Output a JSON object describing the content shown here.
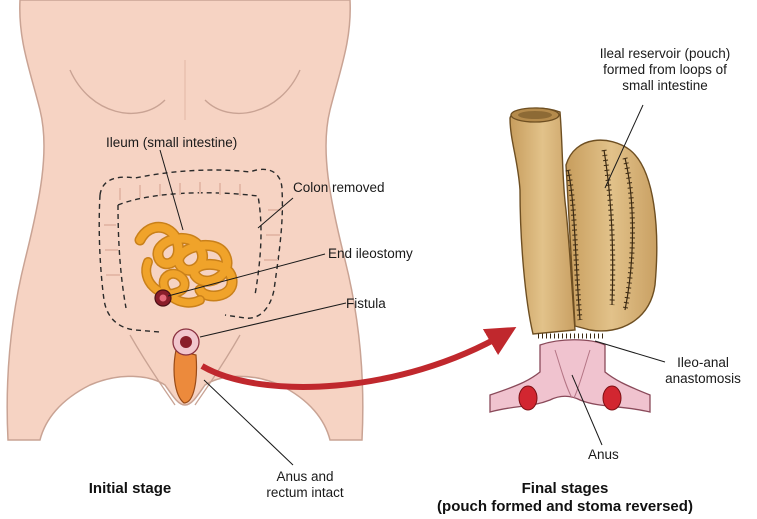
{
  "labels": {
    "ileum": "Ileum (small intestine)",
    "colon_removed": "Colon removed",
    "end_ileostomy": "End ileostomy",
    "fistula": "Fistula",
    "anus_rectum": [
      "Anus and",
      "rectum intact"
    ],
    "ileal_reservoir": [
      "Ileal reservoir (pouch)",
      "formed from loops of",
      "small intestine"
    ],
    "ileo_anal": [
      "Ileo-anal",
      "anastomosis"
    ],
    "anus": "Anus"
  },
  "captions": {
    "initial": "Initial stage",
    "final": [
      "Final stages",
      "(pouch formed and stoma reversed)"
    ]
  },
  "colors": {
    "skin": "#f6d3c3",
    "skin_outline": "#c9a394",
    "intestine": "#f0a32a",
    "pouch": "#d8b476",
    "arrow": "#c0282d",
    "anus_tissue": "#f0c3cf",
    "rectum": "#ec8a3c"
  }
}
